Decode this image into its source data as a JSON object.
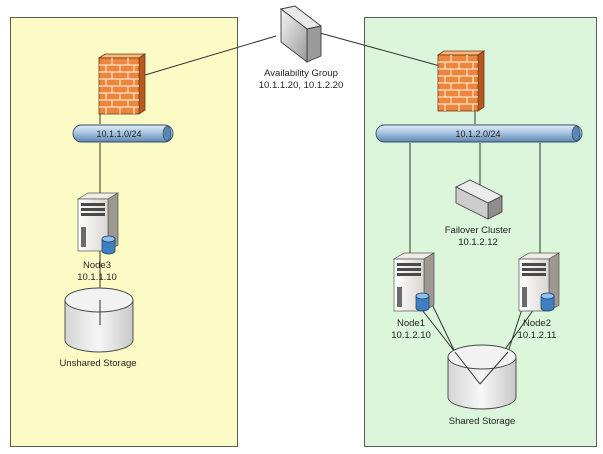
{
  "availability_group": {
    "title": "Availability Group",
    "ips": "10.1.1.20, 10.1.2.20"
  },
  "left_site": {
    "subnet": "10.1.1.0/24",
    "node": {
      "name": "Node3",
      "ip": "10.1.1.10"
    },
    "storage": "Unshared Storage",
    "fill_color": "#fdfbc5"
  },
  "right_site": {
    "subnet": "10.1.2.0/24",
    "cluster": {
      "title": "Failover Cluster",
      "ip": "10.1.2.12"
    },
    "nodes": [
      {
        "name": "Node1",
        "ip": "10.1.2.10"
      },
      {
        "name": "Node2",
        "ip": "10.1.2.11"
      }
    ],
    "storage": "Shared Storage",
    "fill_color": "#dbf6db"
  },
  "icons": [
    "firewall-icon",
    "server-icon",
    "disk-storage-icon",
    "availability-group-icon",
    "cluster-switch-icon",
    "database-icon"
  ],
  "colors": {
    "firewall": "#f08a3e",
    "network_bus": "#8fb3d6",
    "storage": "#e9e9e9"
  }
}
